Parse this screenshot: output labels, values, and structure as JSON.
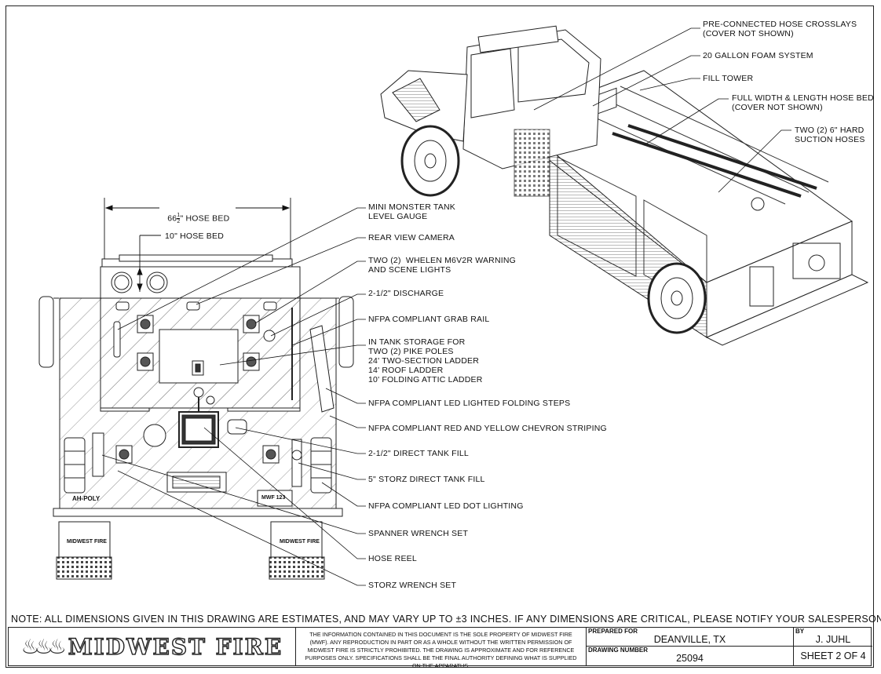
{
  "callouts_rear": [
    {
      "id": "mini-monster",
      "text": "MINI MONSTER TANK\nLEVEL GAUGE"
    },
    {
      "id": "rear-camera",
      "text": "REAR VIEW CAMERA"
    },
    {
      "id": "whelen",
      "text": "TWO (2)  WHELEN M6V2R WARNING\nAND SCENE LIGHTS"
    },
    {
      "id": "discharge",
      "text": "2-1/2\" DISCHARGE"
    },
    {
      "id": "grab-rail",
      "text": "NFPA COMPLIANT GRAB RAIL"
    },
    {
      "id": "tank-storage",
      "text": "IN TANK STORAGE FOR\nTWO (2) PIKE POLES\n24' TWO-SECTION LADDER\n14' ROOF LADDER\n10' FOLDING ATTIC LADDER"
    },
    {
      "id": "steps",
      "text": "NFPA COMPLIANT LED LIGHTED FOLDING STEPS"
    },
    {
      "id": "chevron",
      "text": "NFPA COMPLIANT RED AND YELLOW CHEVRON STRIPING"
    },
    {
      "id": "direct-fill",
      "text": "2-1/2\" DIRECT TANK FILL"
    },
    {
      "id": "storz-fill",
      "text": "5\" STORZ DIRECT TANK FILL"
    },
    {
      "id": "dot-lighting",
      "text": "NFPA COMPLIANT LED DOT LIGHTING"
    },
    {
      "id": "spanner",
      "text": "SPANNER WRENCH SET"
    },
    {
      "id": "hose-reel",
      "text": "HOSE REEL"
    },
    {
      "id": "storz-wrench",
      "text": "STORZ WRENCH SET"
    }
  ],
  "callouts_iso": [
    {
      "id": "crosslays",
      "text": "PRE-CONNECTED HOSE CROSSLAYS\n(COVER NOT SHOWN)"
    },
    {
      "id": "foam",
      "text": "20 GALLON FOAM SYSTEM"
    },
    {
      "id": "fill-tower",
      "text": "FILL TOWER"
    },
    {
      "id": "hose-bed",
      "text": "FULL WIDTH & LENGTH HOSE BED\n(COVER NOT SHOWN)"
    },
    {
      "id": "suction",
      "text": "TWO (2) 6\" HARD\nSUCTION HOSES"
    }
  ],
  "dimensions": {
    "width_prefix": "66",
    "width_fraction_num": "1",
    "width_fraction_den": "2",
    "width_suffix": "\" HOSE BED",
    "height_label": "10\" HOSE BED"
  },
  "plates": {
    "body_brand": "AH-POLY",
    "unit": "MWF  123",
    "mudflap": "MIDWEST FIRE"
  },
  "note": "NOTE: ALL DIMENSIONS GIVEN IN THIS DRAWING ARE ESTIMATES, AND MAY VARY UP TO ±3 INCHES. IF ANY DIMENSIONS ARE CRITICAL, PLEASE NOTIFY YOUR SALESPERSON.",
  "title_block": {
    "logo": "MIDWEST FIRE",
    "disclaimer": "THE INFORMATION CONTAINED IN THIS DOCUMENT IS THE SOLE PROPERTY OF MIDWEST FIRE (MWF). ANY REPRODUCTION IN PART OR AS A WHOLE WITHOUT THE WRITTEN PERMISSION OF MIDWEST FIRE IS STRICTLY PROHIBITED. THE DRAWING IS APPROXIMATE AND FOR REFERENCE PURPOSES ONLY. SPECIFICATIONS SHALL BE THE FINAL AUTHORITY DEFINING WHAT IS SUPPLIED ON THE APPARATUS.",
    "prepared_for_label": "PREPARED FOR",
    "prepared_for": "DEANVILLE, TX",
    "drawing_number_label": "DRAWING NUMBER",
    "drawing_number": "25094",
    "by_label": "BY",
    "by": "J. JUHL",
    "sheet": "SHEET 2 OF 4"
  }
}
